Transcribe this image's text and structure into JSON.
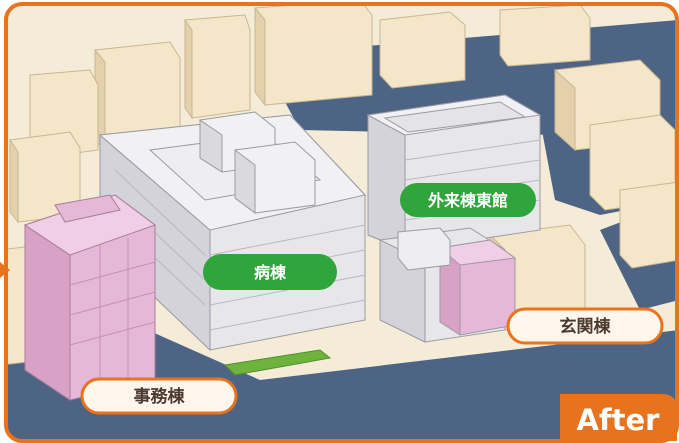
{
  "labels": {
    "ward": "病棟",
    "outpatient_east": "外来棟東館",
    "entrance": "玄関棟",
    "office": "事務棟"
  },
  "badge": "After",
  "colors": {
    "frame_orange": "#e8731e",
    "green_pill": "#2fa53b",
    "pink_building": "#e6b8d8",
    "gray_building": "#e7e7ea",
    "beige_building": "#f4e6c8",
    "road_blue": "#4d6485",
    "ground_cream": "#f5ecd7"
  }
}
